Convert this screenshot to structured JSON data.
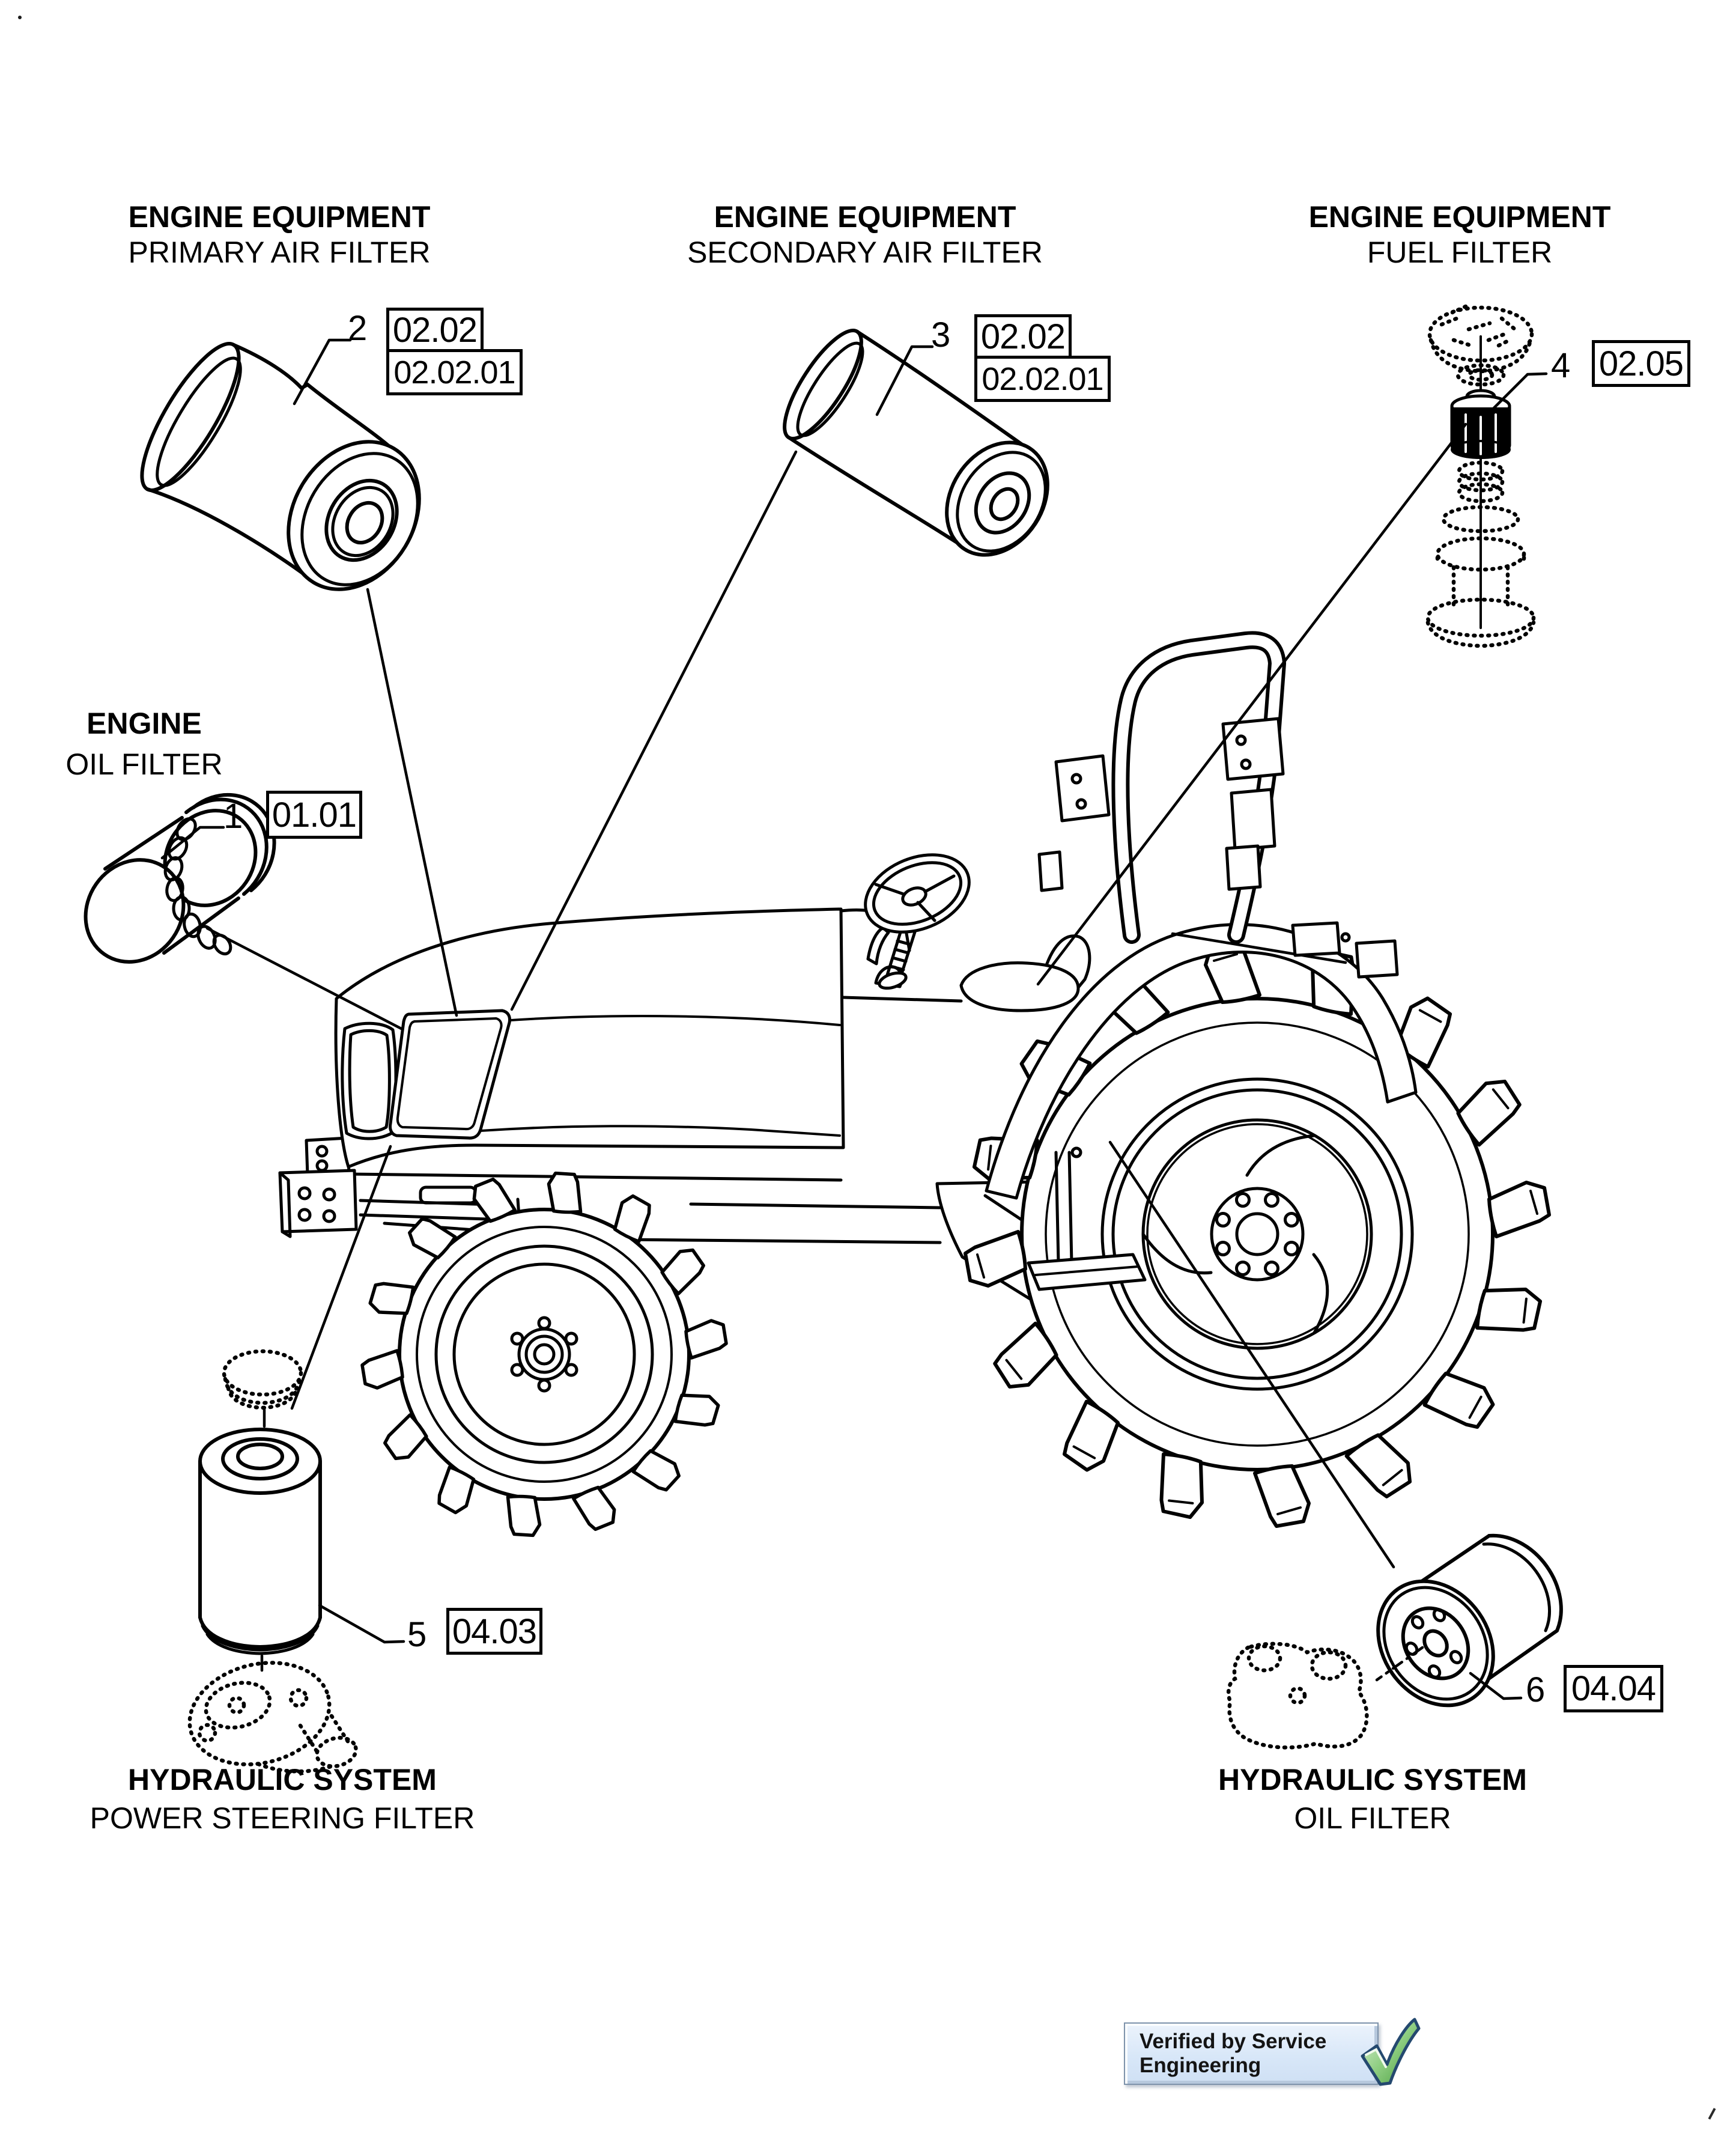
{
  "labels": {
    "primary_air": {
      "title": "ENGINE EQUIPMENT",
      "subtitle": "PRIMARY AIR FILTER",
      "callout": "2",
      "ref1": "02.02",
      "ref2": "02.02.01"
    },
    "secondary_air": {
      "title": "ENGINE EQUIPMENT",
      "subtitle": "SECONDARY AIR FILTER",
      "callout": "3",
      "ref1": "02.02",
      "ref2": "02.02.01"
    },
    "fuel": {
      "title": "ENGINE EQUIPMENT",
      "subtitle": "FUEL FILTER",
      "callout": "4",
      "ref1": "02.05"
    },
    "engine_oil": {
      "title": "ENGINE",
      "subtitle": "OIL FILTER",
      "callout": "1",
      "ref1": "01.01"
    },
    "power_steering": {
      "title": "HYDRAULIC SYSTEM",
      "subtitle": "POWER STEERING FILTER",
      "callout": "5",
      "ref1": "04.03"
    },
    "hydraulic_oil": {
      "title": "HYDRAULIC SYSTEM",
      "subtitle": "OIL FILTER",
      "callout": "6",
      "ref1": "04.04"
    }
  },
  "badge": {
    "text": "Verified by Service Engineering",
    "fill": "#d8e7f8",
    "bevel_light": "#f9fcff",
    "bevel_dark": "#b6c8dd",
    "check_green": "#5cb150",
    "check_outline": "#24496f"
  }
}
